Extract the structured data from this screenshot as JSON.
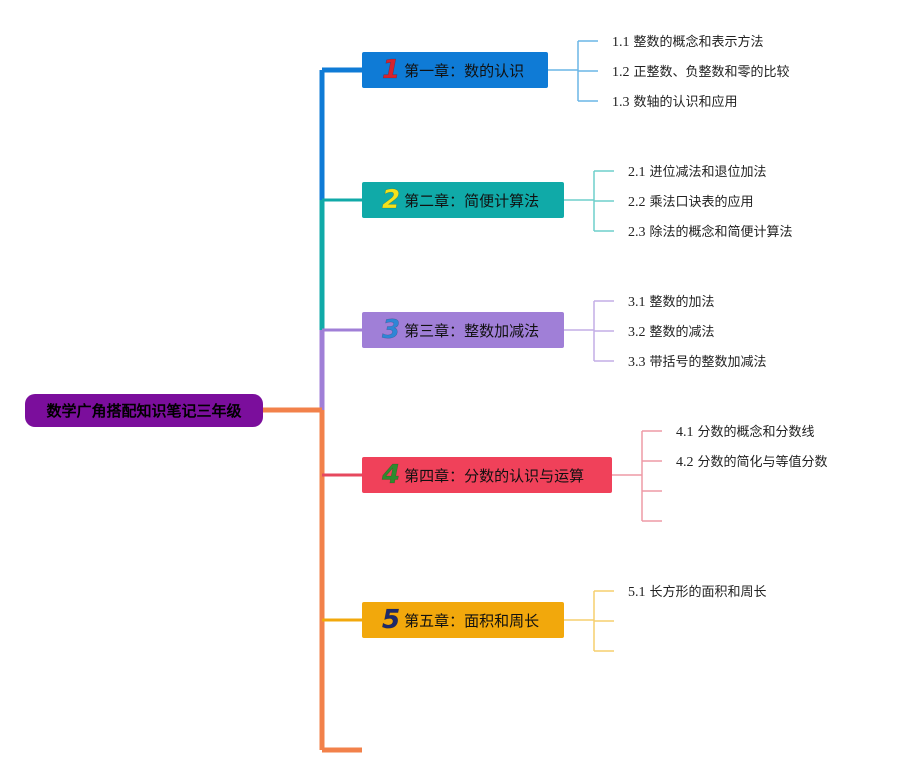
{
  "root": {
    "label": "数学广角搭配知识笔记三年级",
    "color": "#7B0E9C"
  },
  "chapters": [
    {
      "num": "1",
      "title": "第一章：数的认识",
      "bg": "#0F7BD6",
      "num_color": "#D6232E",
      "line": "#0F7BD6",
      "sub_line": "#6AB5E6",
      "topics": [
        {
          "num": "1.1",
          "text": "整数的概念和表示方法"
        },
        {
          "num": "1.2",
          "text": "正整数、负整数和零的比较"
        },
        {
          "num": "1.3",
          "text": "数轴的认识和应用"
        }
      ]
    },
    {
      "num": "2",
      "title": "第二章：简便计算法",
      "bg": "#10AAA8",
      "num_color": "#F3E21C",
      "line": "#10AAA8",
      "sub_line": "#6ECFCB",
      "topics": [
        {
          "num": "2.1",
          "text": "进位减法和退位加法"
        },
        {
          "num": "2.2",
          "text": "乘法口诀表的应用"
        },
        {
          "num": "2.3",
          "text": "除法的概念和简便计算法"
        }
      ]
    },
    {
      "num": "3",
      "title": "第三章：整数加减法",
      "bg": "#A07FD7",
      "num_color": "#2F86D6",
      "line": "#A07FD7",
      "sub_line": "#C3AEE6",
      "topics": [
        {
          "num": "3.1",
          "text": "整数的加法"
        },
        {
          "num": "3.2",
          "text": "整数的减法"
        },
        {
          "num": "3.3",
          "text": "带括号的整数加减法"
        }
      ]
    },
    {
      "num": "4",
      "title": "第四章：分数的认识与运算",
      "bg": "#F0415A",
      "num_color": "#2E8B2E",
      "line": "#E6485E",
      "sub_line": "#EE9AA6",
      "topics": [
        {
          "num": "4.1",
          "text": "分数的概念和分数线"
        },
        {
          "num": "4.2",
          "text": "分数的简化与等值分数"
        },
        {
          "num": "",
          "text": ""
        },
        {
          "num": "",
          "text": ""
        }
      ]
    },
    {
      "num": "5",
      "title": "第五章：面积和周长",
      "bg": "#F2A80C",
      "num_color": "#1E2A6B",
      "line": "#F2A80C",
      "sub_line": "#F5CF6E",
      "topics": [
        {
          "num": "5.1",
          "text": "长方形的面积和周长"
        },
        {
          "num": "",
          "text": ""
        },
        {
          "num": "",
          "text": ""
        }
      ]
    }
  ],
  "trunk_colors": {
    "top": "#0F7BD6",
    "mid": "#10AAA8",
    "upper_mid": "#A07FD7",
    "bottom": "#F2814A"
  }
}
